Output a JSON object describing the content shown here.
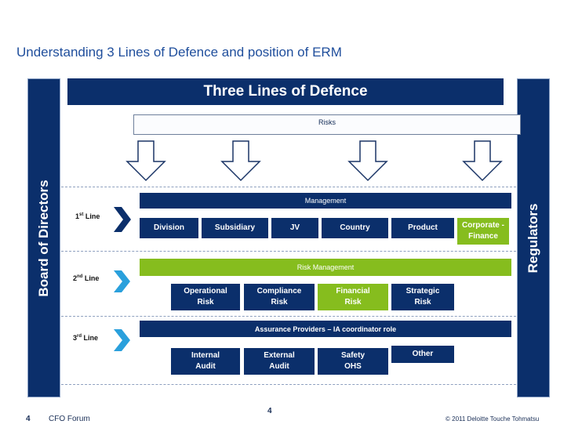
{
  "title": "Understanding 3 Lines of Defence and position of ERM",
  "left_bar": "Board of Directors",
  "right_bar": "Regulators",
  "header": "Three Lines of Defence",
  "risks_label": "Risks",
  "lines": {
    "first": {
      "num": "1",
      "sup": "st",
      "word": "Line"
    },
    "second": {
      "num": "2",
      "sup": "nd",
      "word": "Line"
    },
    "third": {
      "num": "3",
      "sup": "rd",
      "word": "Line"
    }
  },
  "management": {
    "label": "Management",
    "items": [
      "Division",
      "Subsidiary",
      "JV",
      "Country",
      "Product",
      "Corporate - Finance"
    ]
  },
  "risk_management": {
    "label": "Risk Management",
    "items": [
      "Operational Risk",
      "Compliance Risk",
      "Financial Risk",
      "Strategic Risk"
    ]
  },
  "assurance": {
    "label": "Assurance Providers – IA  coordinator role",
    "items": [
      "Internal Audit",
      "External Audit",
      "Safety OHS",
      "Other"
    ]
  },
  "footer": {
    "page_left": "4",
    "forum": "CFO Forum",
    "page_center": "4",
    "copyright": "© 2011 Deloitte Touche Tohmatsu"
  },
  "colors": {
    "navy": "#0b2f6b",
    "green": "#86bd1e",
    "title_blue": "#1f4e9c",
    "chevron_blue": "#2aa0dc"
  }
}
